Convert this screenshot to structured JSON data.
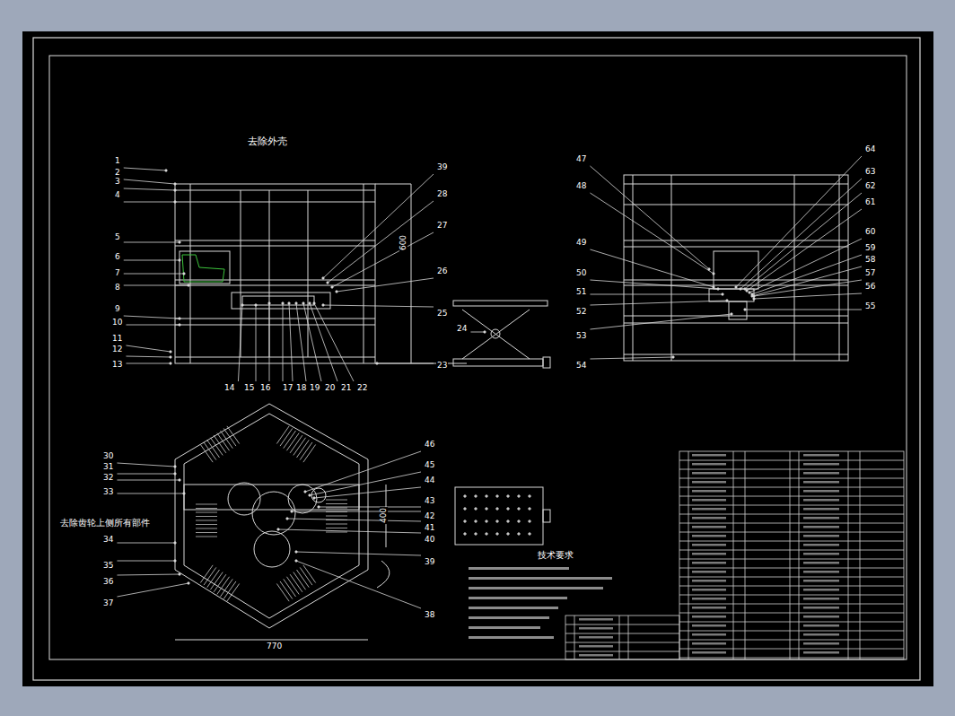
{
  "diagram": {
    "labels": [
      "1",
      "2",
      "3",
      "4",
      "5",
      "6",
      "7",
      "8",
      "9",
      "10",
      "11",
      "12",
      "13",
      "14",
      "15",
      "16",
      "17",
      "18",
      "19",
      "20",
      "21",
      "22",
      "39",
      "28",
      "27",
      "26",
      "25",
      "24",
      "23",
      "600",
      "去除外壳",
      "47",
      "48",
      "49",
      "50",
      "51",
      "52",
      "53",
      "54",
      "64",
      "63",
      "62",
      "61",
      "60",
      "59",
      "58",
      "57",
      "56",
      "55",
      "30",
      "31",
      "32",
      "33",
      "34",
      "35",
      "36",
      "37",
      "46",
      "45",
      "44",
      "43",
      "42",
      "41",
      "40",
      "39",
      "38",
      "770",
      "400",
      "去除齿轮上侧所有部件",
      "技术要求"
    ]
  }
}
